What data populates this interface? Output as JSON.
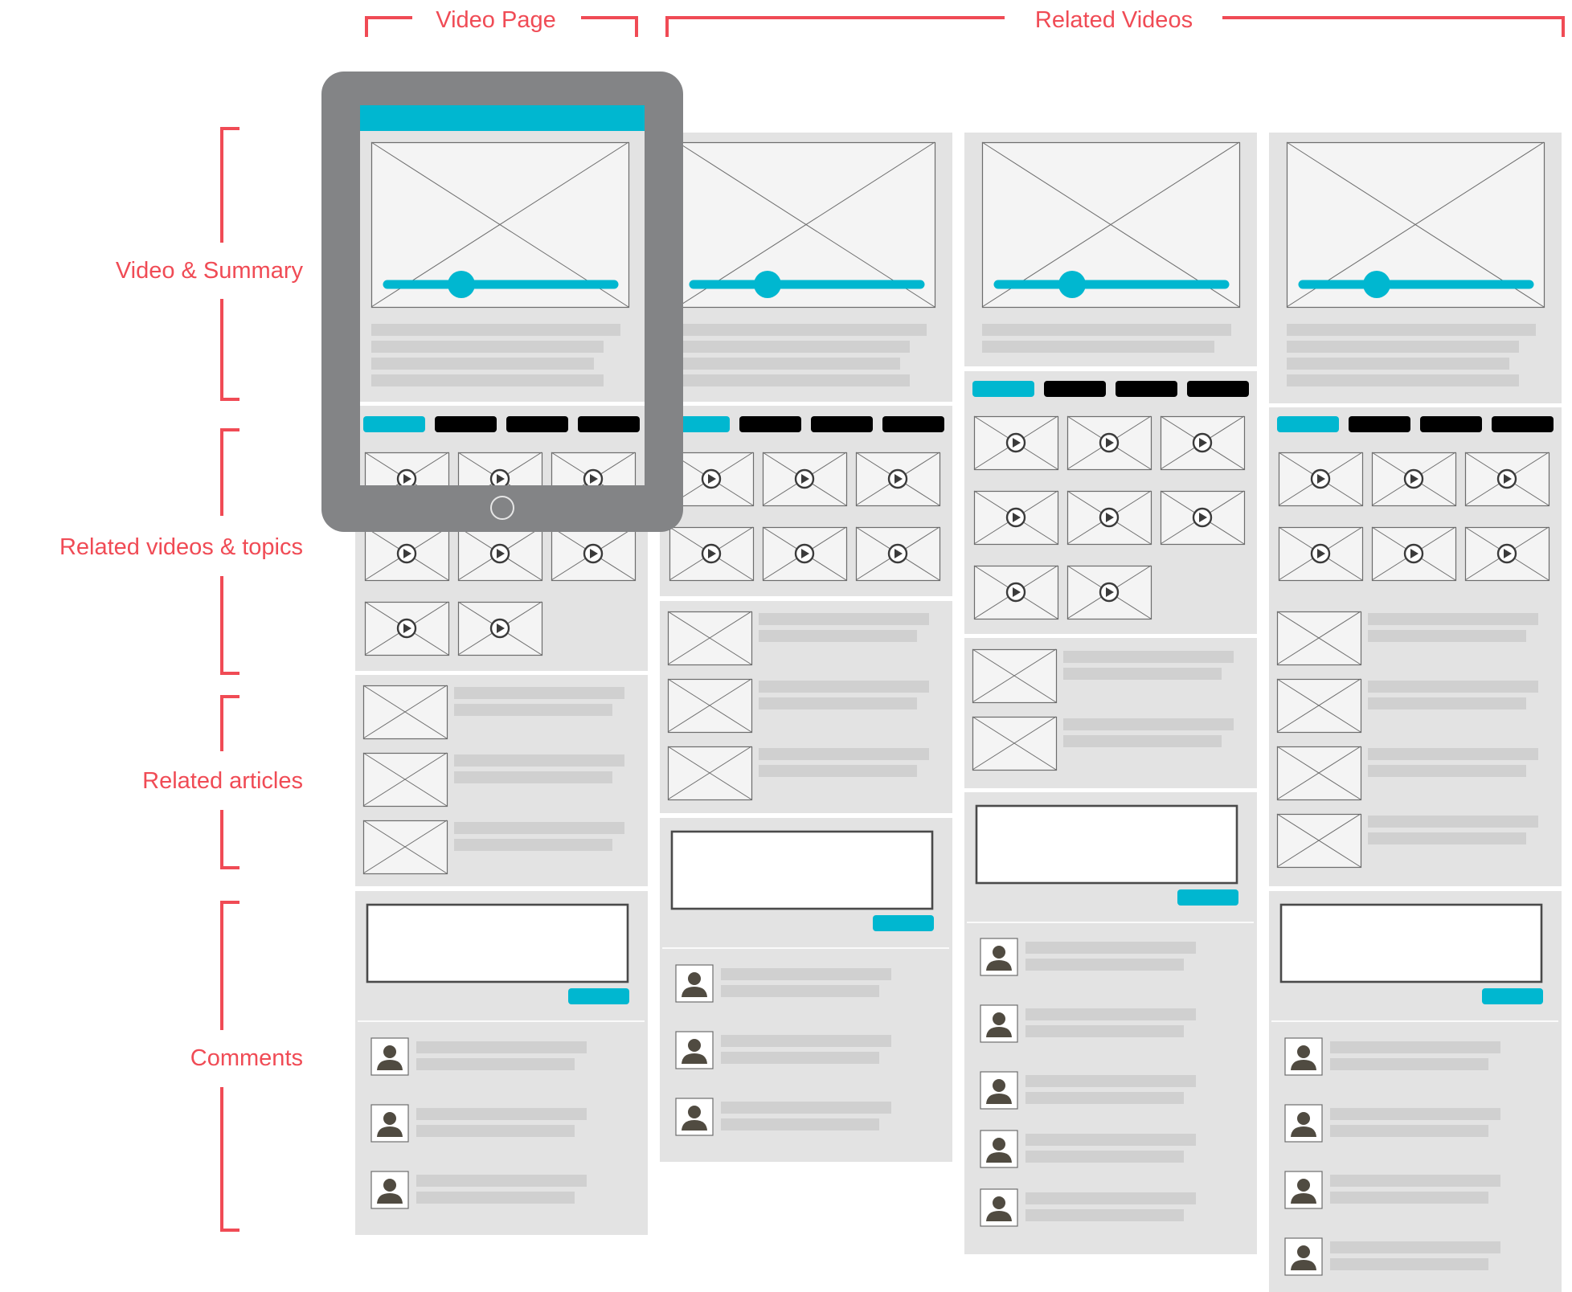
{
  "headers": {
    "video_page": "Video Page",
    "related_videos": "Related Videos"
  },
  "sections": {
    "video_summary": "Video & Summary",
    "related_videos_topics": "Related videos & topics",
    "related_articles": "Related articles",
    "comments": "Comments"
  },
  "colors": {
    "accent": "#00b7d0",
    "label_red": "#f04b55",
    "panel_bg": "#e3e3e3",
    "placeholder_bar": "#d0d0d0",
    "tablet_frame": "#838486",
    "tab_dark": "#000000",
    "avatar": "#504b41"
  }
}
